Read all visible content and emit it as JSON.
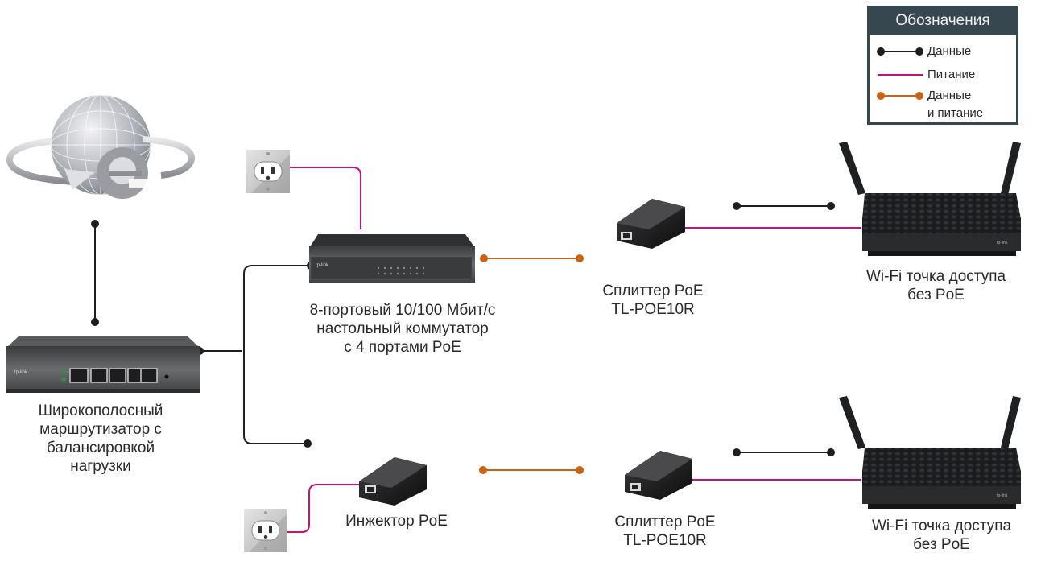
{
  "colors": {
    "data_line": "#1e1e1e",
    "power_line": "#c2137a",
    "data_power_line": "#cc6314",
    "legend_header": "#37474f"
  },
  "legend": {
    "title": "Обозначения",
    "items": [
      {
        "type": "data",
        "label": "Данные"
      },
      {
        "type": "power",
        "label": "Питание"
      },
      {
        "type": "data_power",
        "label": "Данные\nи питание"
      }
    ]
  },
  "devices": {
    "internet": {
      "icon": "globe-icon"
    },
    "router": {
      "icon": "router-icon",
      "label": "Широкополосный\nмаршрутизатор с\nбалансировкой\nнагрузки"
    },
    "switch": {
      "icon": "switch-icon",
      "label": "8-портовый 10/100 Мбит/с\nнастольный коммутатор\nс 4 портами PoE"
    },
    "outlet_top": {
      "icon": "power-outlet-icon"
    },
    "outlet_bottom": {
      "icon": "power-outlet-icon"
    },
    "injector": {
      "icon": "poe-injector-icon",
      "label": "Инжектор PoE"
    },
    "splitter_top": {
      "icon": "poe-splitter-icon",
      "label": "Сплиттер PoE\nTL-POE10R"
    },
    "splitter_bottom": {
      "icon": "poe-splitter-icon",
      "label": "Сплиттер PoE\nTL-POE10R"
    },
    "ap_top": {
      "icon": "wifi-access-point-icon",
      "label": "Wi-Fi точка доступа\nбез PoE"
    },
    "ap_bottom": {
      "icon": "wifi-access-point-icon",
      "label": "Wi-Fi точка доступа\nбез PoE"
    }
  },
  "connections": [
    {
      "from": "internet",
      "to": "router",
      "type": "data"
    },
    {
      "from": "router",
      "to": "switch",
      "type": "data"
    },
    {
      "from": "router",
      "to": "injector",
      "type": "data"
    },
    {
      "from": "outlet_top",
      "to": "switch",
      "type": "power"
    },
    {
      "from": "outlet_bottom",
      "to": "injector",
      "type": "power"
    },
    {
      "from": "switch",
      "to": "splitter_top",
      "type": "data_power"
    },
    {
      "from": "injector",
      "to": "splitter_bottom",
      "type": "data_power"
    },
    {
      "from": "splitter_top",
      "to": "ap_top",
      "type": "data"
    },
    {
      "from": "splitter_top",
      "to": "ap_top",
      "type": "power"
    },
    {
      "from": "splitter_bottom",
      "to": "ap_bottom",
      "type": "data"
    },
    {
      "from": "splitter_bottom",
      "to": "ap_bottom",
      "type": "power"
    }
  ]
}
